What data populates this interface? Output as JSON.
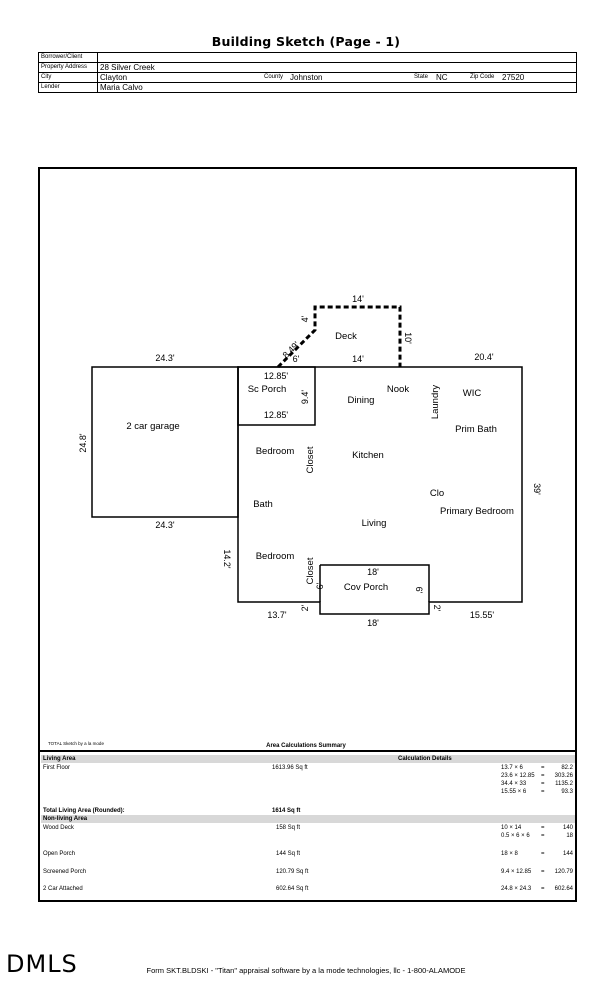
{
  "title": "Building Sketch (Page - 1)",
  "info": {
    "borrower_label": "Borrower/Client",
    "borrower_value": "",
    "address_label": "Property Address",
    "address_value": "28 Silver Creek",
    "city_label": "City",
    "city_value": "Clayton",
    "county_label": "County",
    "county_value": "Johnston",
    "state_label": "State",
    "state_value": "NC",
    "zip_label": "Zip Code",
    "zip_value": "27520",
    "lender_label": "Lender",
    "lender_value": "Maria Calvo"
  },
  "sketch": {
    "rooms": {
      "garage": "2 car garage",
      "sc_porch": "Sc Porch",
      "deck": "Deck",
      "dining": "Dining",
      "nook": "Nook",
      "laundry": "Laundry",
      "wic": "WIC",
      "prim_bath": "Prim Bath",
      "bedroom1": "Bedroom",
      "closet1": "Closet",
      "kitchen": "Kitchen",
      "clo": "Clo",
      "bath": "Bath",
      "primary_bedroom": "Primary Bedroom",
      "living": "Living",
      "bedroom2": "Bedroom",
      "closet2": "Closet",
      "cov_porch": "Cov Porch"
    },
    "dims": {
      "deck_top": "14'",
      "deck_left_4": "4'",
      "deck_diag": "8.49'",
      "deck_6": "6'",
      "deck_bottom": "14'",
      "deck_right": "10'",
      "garage_top": "24.3'",
      "garage_left": "24.8'",
      "garage_bottom": "24.3'",
      "porch_top": "12.85'",
      "porch_side": "9.4'",
      "porch_bottom": "12.85'",
      "right_top": "20.4'",
      "right_side": "39'",
      "left_lower": "14.2'",
      "bottom_left": "13.7'",
      "bottom_left_2": "2'",
      "cov_top": "18'",
      "cov_left": "6'",
      "cov_right": "6'",
      "cov_bottom": "18'",
      "bottom_right_2": "2'",
      "bottom_right": "15.55'"
    }
  },
  "summary": {
    "total_sketch": "TOTAL Sketch by a la mode",
    "title": "Area Calculations Summary",
    "living_header": "Living Area",
    "calc_header": "Calculation Details",
    "first_floor_label": "First Floor",
    "first_floor_value": "1613.96 Sq ft",
    "first_floor_calcs": [
      {
        "expr": "13.7 × 6",
        "eq": "=",
        "res": "82.2"
      },
      {
        "expr": "23.6 × 12.85",
        "eq": "=",
        "res": "303.26"
      },
      {
        "expr": "34.4 × 33",
        "eq": "=",
        "res": "1135.2"
      },
      {
        "expr": "15.55 × 6",
        "eq": "=",
        "res": "93.3"
      }
    ],
    "total_label": "Total Living Area (Rounded):",
    "total_value": "1614 Sq ft",
    "nonliving_header": "Non-living Area",
    "nonliving": [
      {
        "label": "Wood Deck",
        "value": "158 Sq ft",
        "calcs": [
          {
            "expr": "10 × 14",
            "eq": "=",
            "res": "140"
          },
          {
            "expr": "0.5 × 6 × 6",
            "eq": "=",
            "res": "18"
          }
        ]
      },
      {
        "label": "Open Porch",
        "value": "144 Sq ft",
        "calcs": [
          {
            "expr": "18 × 8",
            "eq": "=",
            "res": "144"
          }
        ]
      },
      {
        "label": "Screened Porch",
        "value": "120.79 Sq ft",
        "calcs": [
          {
            "expr": "9.4 × 12.85",
            "eq": "=",
            "res": "120.79"
          }
        ]
      },
      {
        "label": "2 Car Attached",
        "value": "602.64 Sq ft",
        "calcs": [
          {
            "expr": "24.8 × 24.3",
            "eq": "=",
            "res": "602.64"
          }
        ]
      }
    ]
  },
  "footer": {
    "logo": "DMLS",
    "text": "Form SKT.BLDSKI - \"Titan\" appraisal software by a la mode technologies, llc - 1-800-ALAMODE"
  }
}
